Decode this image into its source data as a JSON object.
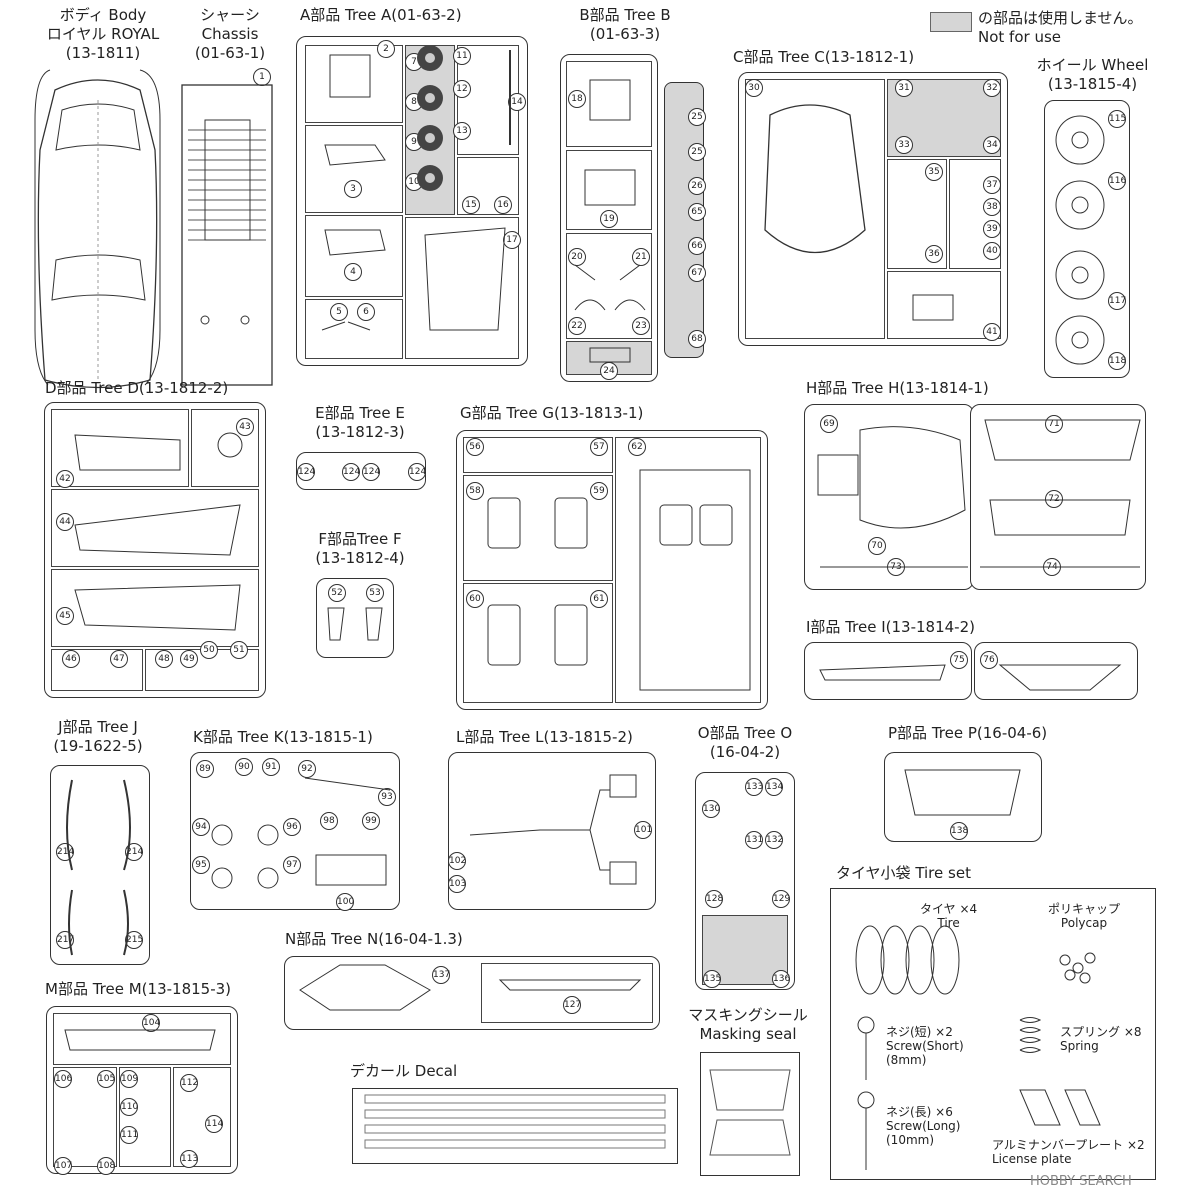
{
  "legend": {
    "line1": "の部品は使用しません。",
    "line2": "Not for use"
  },
  "body": {
    "l1": "ボディ Body",
    "l2": "ロイヤル ROYAL",
    "l3": "(13-1811)"
  },
  "chassis": {
    "l1": "シャーシ",
    "l2": "Chassis",
    "l3": "(01-63-1)",
    "n1": "1"
  },
  "treeA": {
    "title": "A部品 Tree A(01-63-2)",
    "nums": [
      "2",
      "3",
      "4",
      "5",
      "6",
      "7",
      "8",
      "9",
      "10",
      "11",
      "12",
      "13",
      "14",
      "15",
      "16",
      "17"
    ]
  },
  "treeB": {
    "l1": "B部品 Tree B",
    "l2": "(01-63-3)",
    "nums": [
      "18",
      "19",
      "20",
      "21",
      "22",
      "23",
      "24",
      "25",
      "25",
      "26",
      "65",
      "66",
      "67",
      "68"
    ]
  },
  "treeC": {
    "title": "C部品 Tree C(13-1812-1)",
    "nums": [
      "30",
      "31",
      "32",
      "33",
      "34",
      "35",
      "36",
      "37",
      "38",
      "39",
      "40",
      "41"
    ]
  },
  "wheel": {
    "l1": "ホイール Wheel",
    "l2": "(13-1815-4)",
    "nums": [
      "115",
      "116",
      "117",
      "118"
    ]
  },
  "treeD": {
    "title": "D部品 Tree D(13-1812-2)",
    "nums": [
      "42",
      "43",
      "44",
      "45",
      "46",
      "47",
      "48",
      "49",
      "50",
      "51"
    ]
  },
  "treeE": {
    "l1": "E部品 Tree E",
    "l2": "(13-1812-3)",
    "nums": [
      "124",
      "124",
      "124",
      "124"
    ]
  },
  "treeF": {
    "l1": "F部品Tree F",
    "l2": "(13-1812-4)",
    "nums": [
      "52",
      "53"
    ]
  },
  "treeG": {
    "title": "G部品 Tree G(13-1813-1)",
    "nums": [
      "56",
      "57",
      "58",
      "59",
      "60",
      "61",
      "62"
    ]
  },
  "treeH": {
    "title": "H部品 Tree H(13-1814-1)",
    "nums": [
      "69",
      "70",
      "71",
      "72",
      "73",
      "74"
    ]
  },
  "treeI": {
    "title": "I部品 Tree I(13-1814-2)",
    "nums": [
      "75",
      "76"
    ]
  },
  "treeJ": {
    "l1": "J部品 Tree J",
    "l2": "(19-1622-5)",
    "nums": [
      "214",
      "214",
      "217",
      "215"
    ]
  },
  "treeK": {
    "title": "K部品 Tree K(13-1815-1)",
    "nums": [
      "89",
      "90",
      "91",
      "92",
      "93",
      "94",
      "95",
      "96",
      "97",
      "98",
      "99",
      "100"
    ]
  },
  "treeL": {
    "title": "L部品 Tree L(13-1815-2)",
    "nums": [
      "101",
      "102",
      "103"
    ]
  },
  "treeO": {
    "l1": "O部品 Tree O",
    "l2": "(16-04-2)",
    "nums": [
      "130",
      "133",
      "134",
      "131",
      "132",
      "128",
      "129",
      "135",
      "136"
    ]
  },
  "treeP": {
    "title": "P部品 Tree P(16-04-6)",
    "nums": [
      "138"
    ]
  },
  "treeN": {
    "title": "N部品 Tree N(16-04-1.3)",
    "nums": [
      "137",
      "127"
    ]
  },
  "treeM": {
    "title": "M部品 Tree M(13-1815-3)",
    "nums": [
      "104",
      "106",
      "105",
      "107",
      "108",
      "109",
      "110",
      "111",
      "112",
      "113",
      "114"
    ]
  },
  "masking": {
    "l1": "マスキングシール",
    "l2": "Masking seal"
  },
  "decal": {
    "title": "デカール Decal"
  },
  "tireset": {
    "title": "タイヤ小袋 Tire set",
    "tire": [
      "タイヤ ×4",
      "Tire"
    ],
    "polycap": [
      "ポリキャップ",
      "Polycap"
    ],
    "screw_short": [
      "ネジ(短) ×2",
      "Screw(Short)",
      "(8mm)"
    ],
    "spring": [
      "スプリング ×8",
      "Spring"
    ],
    "screw_long": [
      "ネジ(長) ×6",
      "Screw(Long)",
      "(10mm)"
    ],
    "plate": [
      "アルミナンバープレート ×2",
      "License plate"
    ]
  },
  "watermark": "HOBBY SEARCH"
}
